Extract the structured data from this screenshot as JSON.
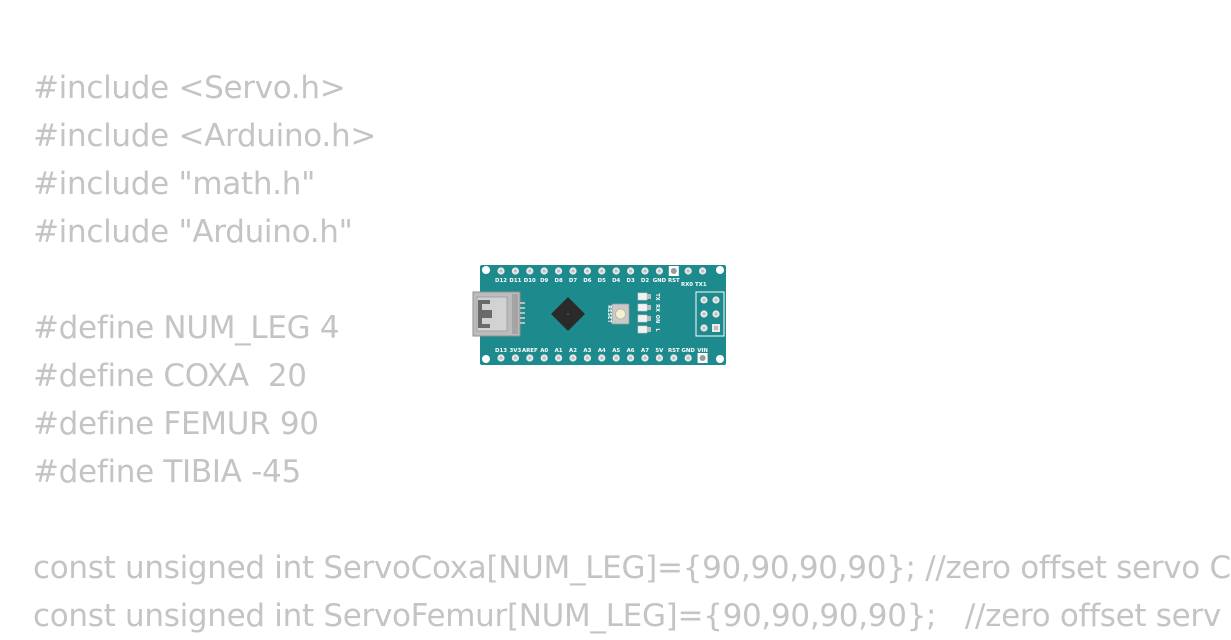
{
  "editor": {
    "code_lines": [
      "#include <Servo.h>",
      "#include <Arduino.h>",
      "#include \"math.h\"",
      "#include \"Arduino.h\"",
      "",
      "#define NUM_LEG 4",
      "#define COXA  20",
      "#define FEMUR 90",
      "#define TIBIA -45",
      "",
      "const unsigned int ServoCoxa[NUM_LEG]={90,90,90,90}; //zero offset servo C",
      "const unsigned int ServoFemur[NUM_LEG]={90,90,90,90};   //zero offset serv"
    ],
    "text_color": "#c4c4c4"
  },
  "board": {
    "color": "#1d8a8e",
    "top_pin_labels": [
      "D12",
      "D11",
      "D10",
      "D9",
      "D8",
      "D7",
      "D6",
      "D5",
      "D4",
      "D3",
      "D2",
      "GND",
      "RST"
    ],
    "bottom_pin_labels": [
      "D13",
      "3V3",
      "AREF",
      "A0",
      "A1",
      "A2",
      "A3",
      "A4",
      "A5",
      "A6",
      "A7",
      "5V",
      "RST",
      "GND",
      "VIN"
    ],
    "reset_label": "RESET",
    "led_labels": [
      "TX",
      "RX",
      "ON",
      "L"
    ],
    "rx0_label": "RX0",
    "tx1_label": "TX1"
  }
}
